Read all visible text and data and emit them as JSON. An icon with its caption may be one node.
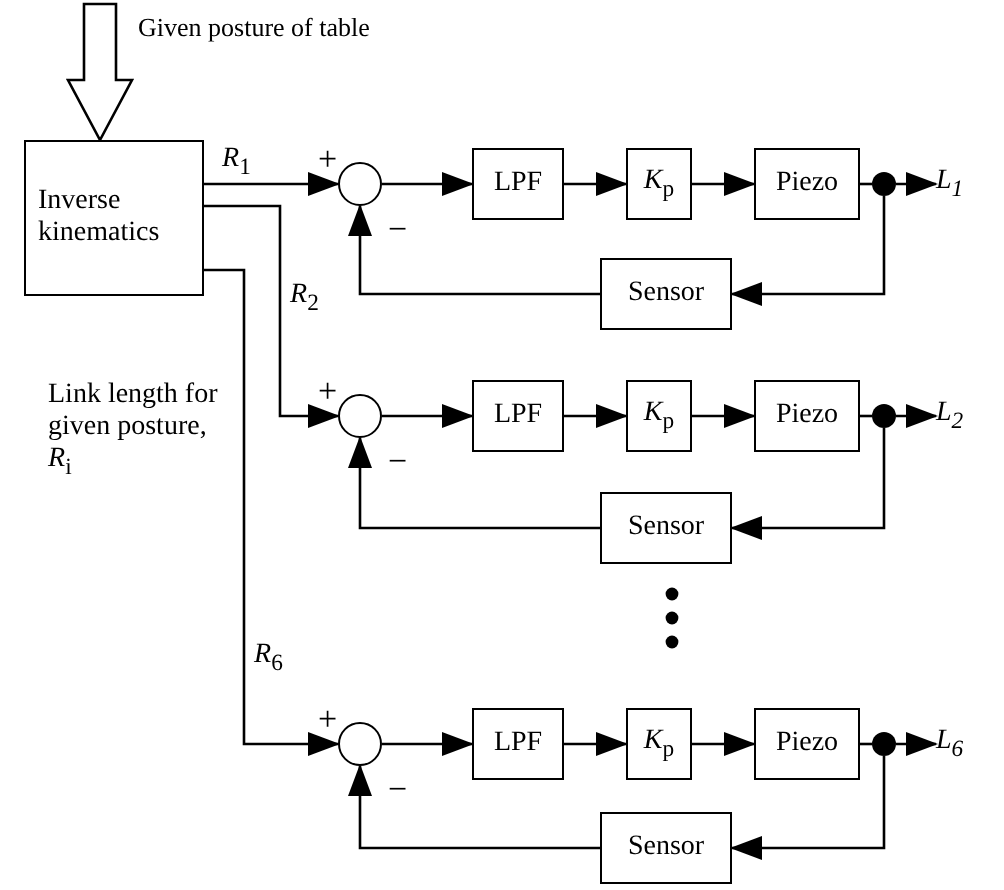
{
  "diagram": {
    "nodes": [
      {
        "text": [
          "Inverse kinematics"
        ]
      },
      {
        "text": [],
        "shape": "circle",
        "beside": [
          "+",
          "−"
        ]
      },
      {
        "text": [
          "LPF"
        ]
      },
      {
        "text": [
          "*K*$_{p}$"
        ]
      },
      {
        "text": [
          "Piezo"
        ]
      },
      {
        "text": [],
        "shape": "dot"
      },
      {
        "text": [
          "*L*$_{1}$"
        ]
      },
      {
        "text": [
          "Sensor"
        ]
      },
      {
        "text": [],
        "shape": "circle",
        "beside": [
          "+",
          "−"
        ]
      },
      {
        "text": [
          "LPF"
        ]
      },
      {
        "text": [
          "*K*$_{p}$"
        ]
      },
      {
        "text": [
          "Piezo"
        ]
      },
      {
        "text": [],
        "shape": "dot"
      },
      {
        "text": [
          "*L*$_{2}$"
        ]
      },
      {
        "text": [
          "Sensor"
        ]
      },
      {
        "text": [],
        "shape": "circle",
        "beside": [
          "+",
          "−"
        ]
      },
      {
        "text": [
          "LPF"
        ]
      },
      {
        "text": [
          "*K*$_{p}$"
        ]
      },
      {
        "text": [
          "Piezo"
        ]
      },
      {
        "text": [],
        "shape": "dot"
      },
      {
        "text": [
          "*L*$_{6}$"
        ]
      },
      {
        "text": [
          "Sensor"
        ]
      }
    ],
    "edges": [
      {
        "from": null,
        "to": 0,
        "arrow": "to",
        "style": "thick",
        "label": "Given posture of table"
      },
      {
        "from": 0,
        "to": 1,
        "arrow": "to",
        "label": "*R*$_{1}$"
      },
      {
        "from": 1,
        "to": 2,
        "arrow": "to"
      },
      {
        "from": 2,
        "to": 3,
        "arrow": "to"
      },
      {
        "from": 3,
        "to": 4,
        "arrow": "to"
      },
      {
        "from": 4,
        "to": 5,
        "arrow": "none"
      },
      {
        "from": 5,
        "to": 6,
        "arrow": "to"
      },
      {
        "from": 5,
        "to": 7,
        "arrow": "to"
      },
      {
        "from": 7,
        "to": 1,
        "arrow": "to"
      },
      {
        "from": 0,
        "to": 8,
        "arrow": "to",
        "label": "*R*$_{2}$"
      },
      {
        "from": 8,
        "to": 9,
        "arrow": "to"
      },
      {
        "from": 9,
        "to": 10,
        "arrow": "to"
      },
      {
        "from": 10,
        "to": 11,
        "arrow": "to"
      },
      {
        "from": 11,
        "to": 12,
        "arrow": "none"
      },
      {
        "from": 12,
        "to": 13,
        "arrow": "to"
      },
      {
        "from": 12,
        "to": 14,
        "arrow": "to"
      },
      {
        "from": 14,
        "to": 8,
        "arrow": "to"
      },
      {
        "from": 0,
        "to": 15,
        "arrow": "to",
        "label": "*R*$_{6}$"
      },
      {
        "from": 15,
        "to": 16,
        "arrow": "to"
      },
      {
        "from": 16,
        "to": 17,
        "arrow": "to"
      },
      {
        "from": 17,
        "to": 18,
        "arrow": "to"
      },
      {
        "from": 18,
        "to": 19,
        "arrow": "none"
      },
      {
        "from": 19,
        "to": 20,
        "arrow": "to"
      },
      {
        "from": 19,
        "to": 21,
        "arrow": "to"
      },
      {
        "from": 21,
        "to": 15,
        "arrow": "to"
      }
    ],
    "labels": [
      "Link length for given posture, *R*$_{i}$"
    ]
  }
}
